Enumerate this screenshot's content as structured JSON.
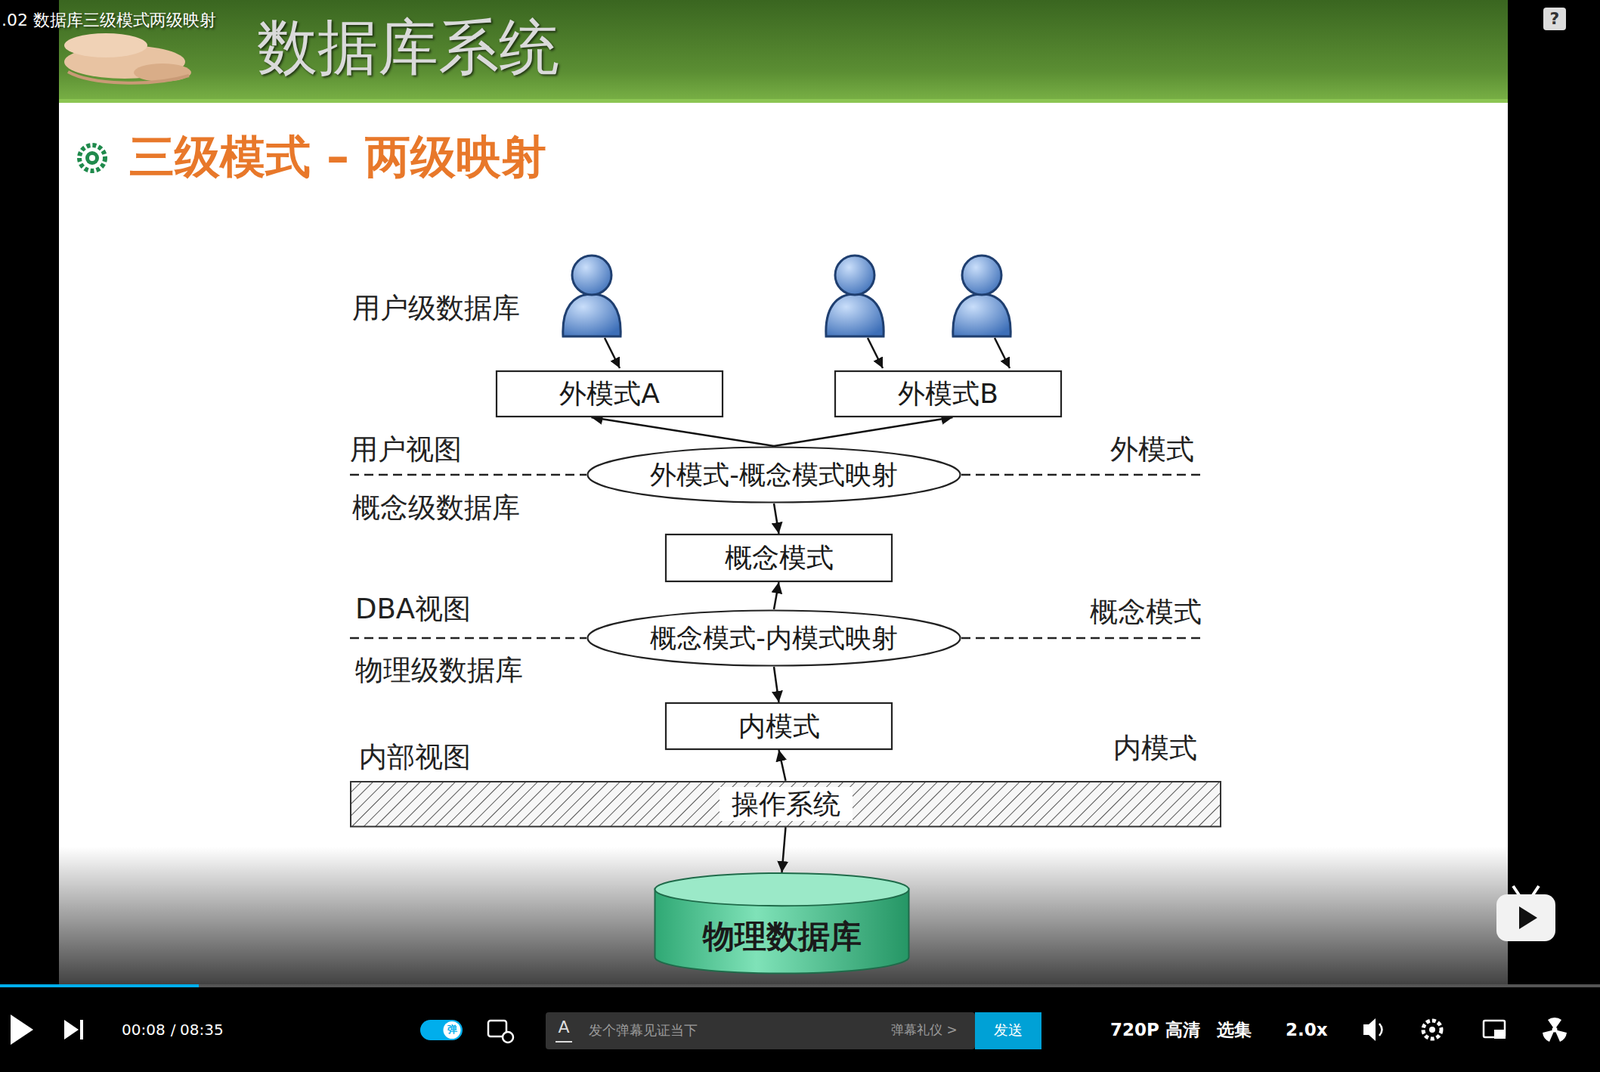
{
  "diagram": {
    "title": "三级模式 – 两级映射",
    "nodes": [
      {
        "text": [
          "外模式A"
        ]
      },
      {
        "text": [
          "外模式B"
        ]
      },
      {
        "text": [
          "外模式-概念模式映射"
        ]
      },
      {
        "text": [
          "概念模式"
        ]
      },
      {
        "text": [
          "概念模式-内模式映射"
        ]
      },
      {
        "text": [
          "内模式"
        ]
      },
      {
        "text": [
          "操作系统"
        ]
      },
      {
        "text": [
          "物理数据库"
        ]
      }
    ],
    "edges": [
      {
        "from": 2,
        "to": 0,
        "arrow": "to"
      },
      {
        "from": 2,
        "to": 1,
        "arrow": "to"
      },
      {
        "from": 2,
        "to": 3,
        "arrow": "to"
      },
      {
        "from": 4,
        "to": 3,
        "arrow": "to"
      },
      {
        "from": 4,
        "to": 5,
        "arrow": "to"
      },
      {
        "from": 6,
        "to": 5,
        "arrow": "to"
      },
      {
        "from": 6,
        "to": 7,
        "arrow": "to"
      }
    ],
    "labels": [
      ".02 数据库三级模式两级映射",
      "数据库系统",
      "用户级数据库",
      "用户视图",
      "外模式",
      "概念级数据库",
      "DBA视图",
      "概念模式",
      "物理级数据库",
      "内部视图",
      "内模式",
      "00:08",
      "/",
      "08:35",
      "弹",
      "A",
      "发个弹幕见证当下",
      "弹幕礼仪 >",
      "发送",
      "720P 高清",
      "选集",
      "2.0x",
      "?"
    ]
  }
}
